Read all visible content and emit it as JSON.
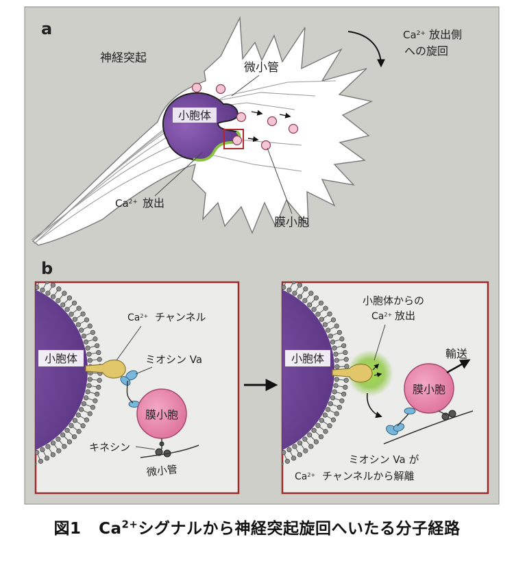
{
  "panel_a": {
    "letter": "a",
    "neurite": "神経突起",
    "microtubule": "微小管",
    "er": "小胞体",
    "rotation_line1": "放出側",
    "rotation_line2": "への旋回",
    "ca_release": "放出",
    "vesicle": "膜小胞"
  },
  "panel_b": {
    "letter": "b",
    "left": {
      "er": "小胞体",
      "channel": "チャンネル",
      "myosin": "ミオシン Va",
      "vesicle": "膜小胞",
      "kinesin": "キネシン",
      "microtubule": "微小管"
    },
    "right": {
      "er": "小胞体",
      "release_line1": "小胞体からの",
      "release_line2": "放出",
      "transport": "輸送",
      "vesicle": "膜小胞",
      "dissociation_line1": "ミオシン Va が",
      "dissociation_line2": "チャンネルから解離"
    }
  },
  "ion": {
    "base": "Ca",
    "charge": "2+"
  },
  "caption": {
    "figure_no": "図1",
    "ion_base": "Ca",
    "ion_charge": "2+",
    "text": "シグナルから神経突起旋回へいたる分子経路"
  },
  "colors": {
    "background": "#cfcfc9",
    "frame": "#9d2a2a",
    "er_purple": "#7d4fa3",
    "vesicle_pink": "#e987a9",
    "calcium_green": "#8ac43f",
    "channel_yellow": "#e2c66a",
    "myosin_blue": "#78b7dc"
  }
}
